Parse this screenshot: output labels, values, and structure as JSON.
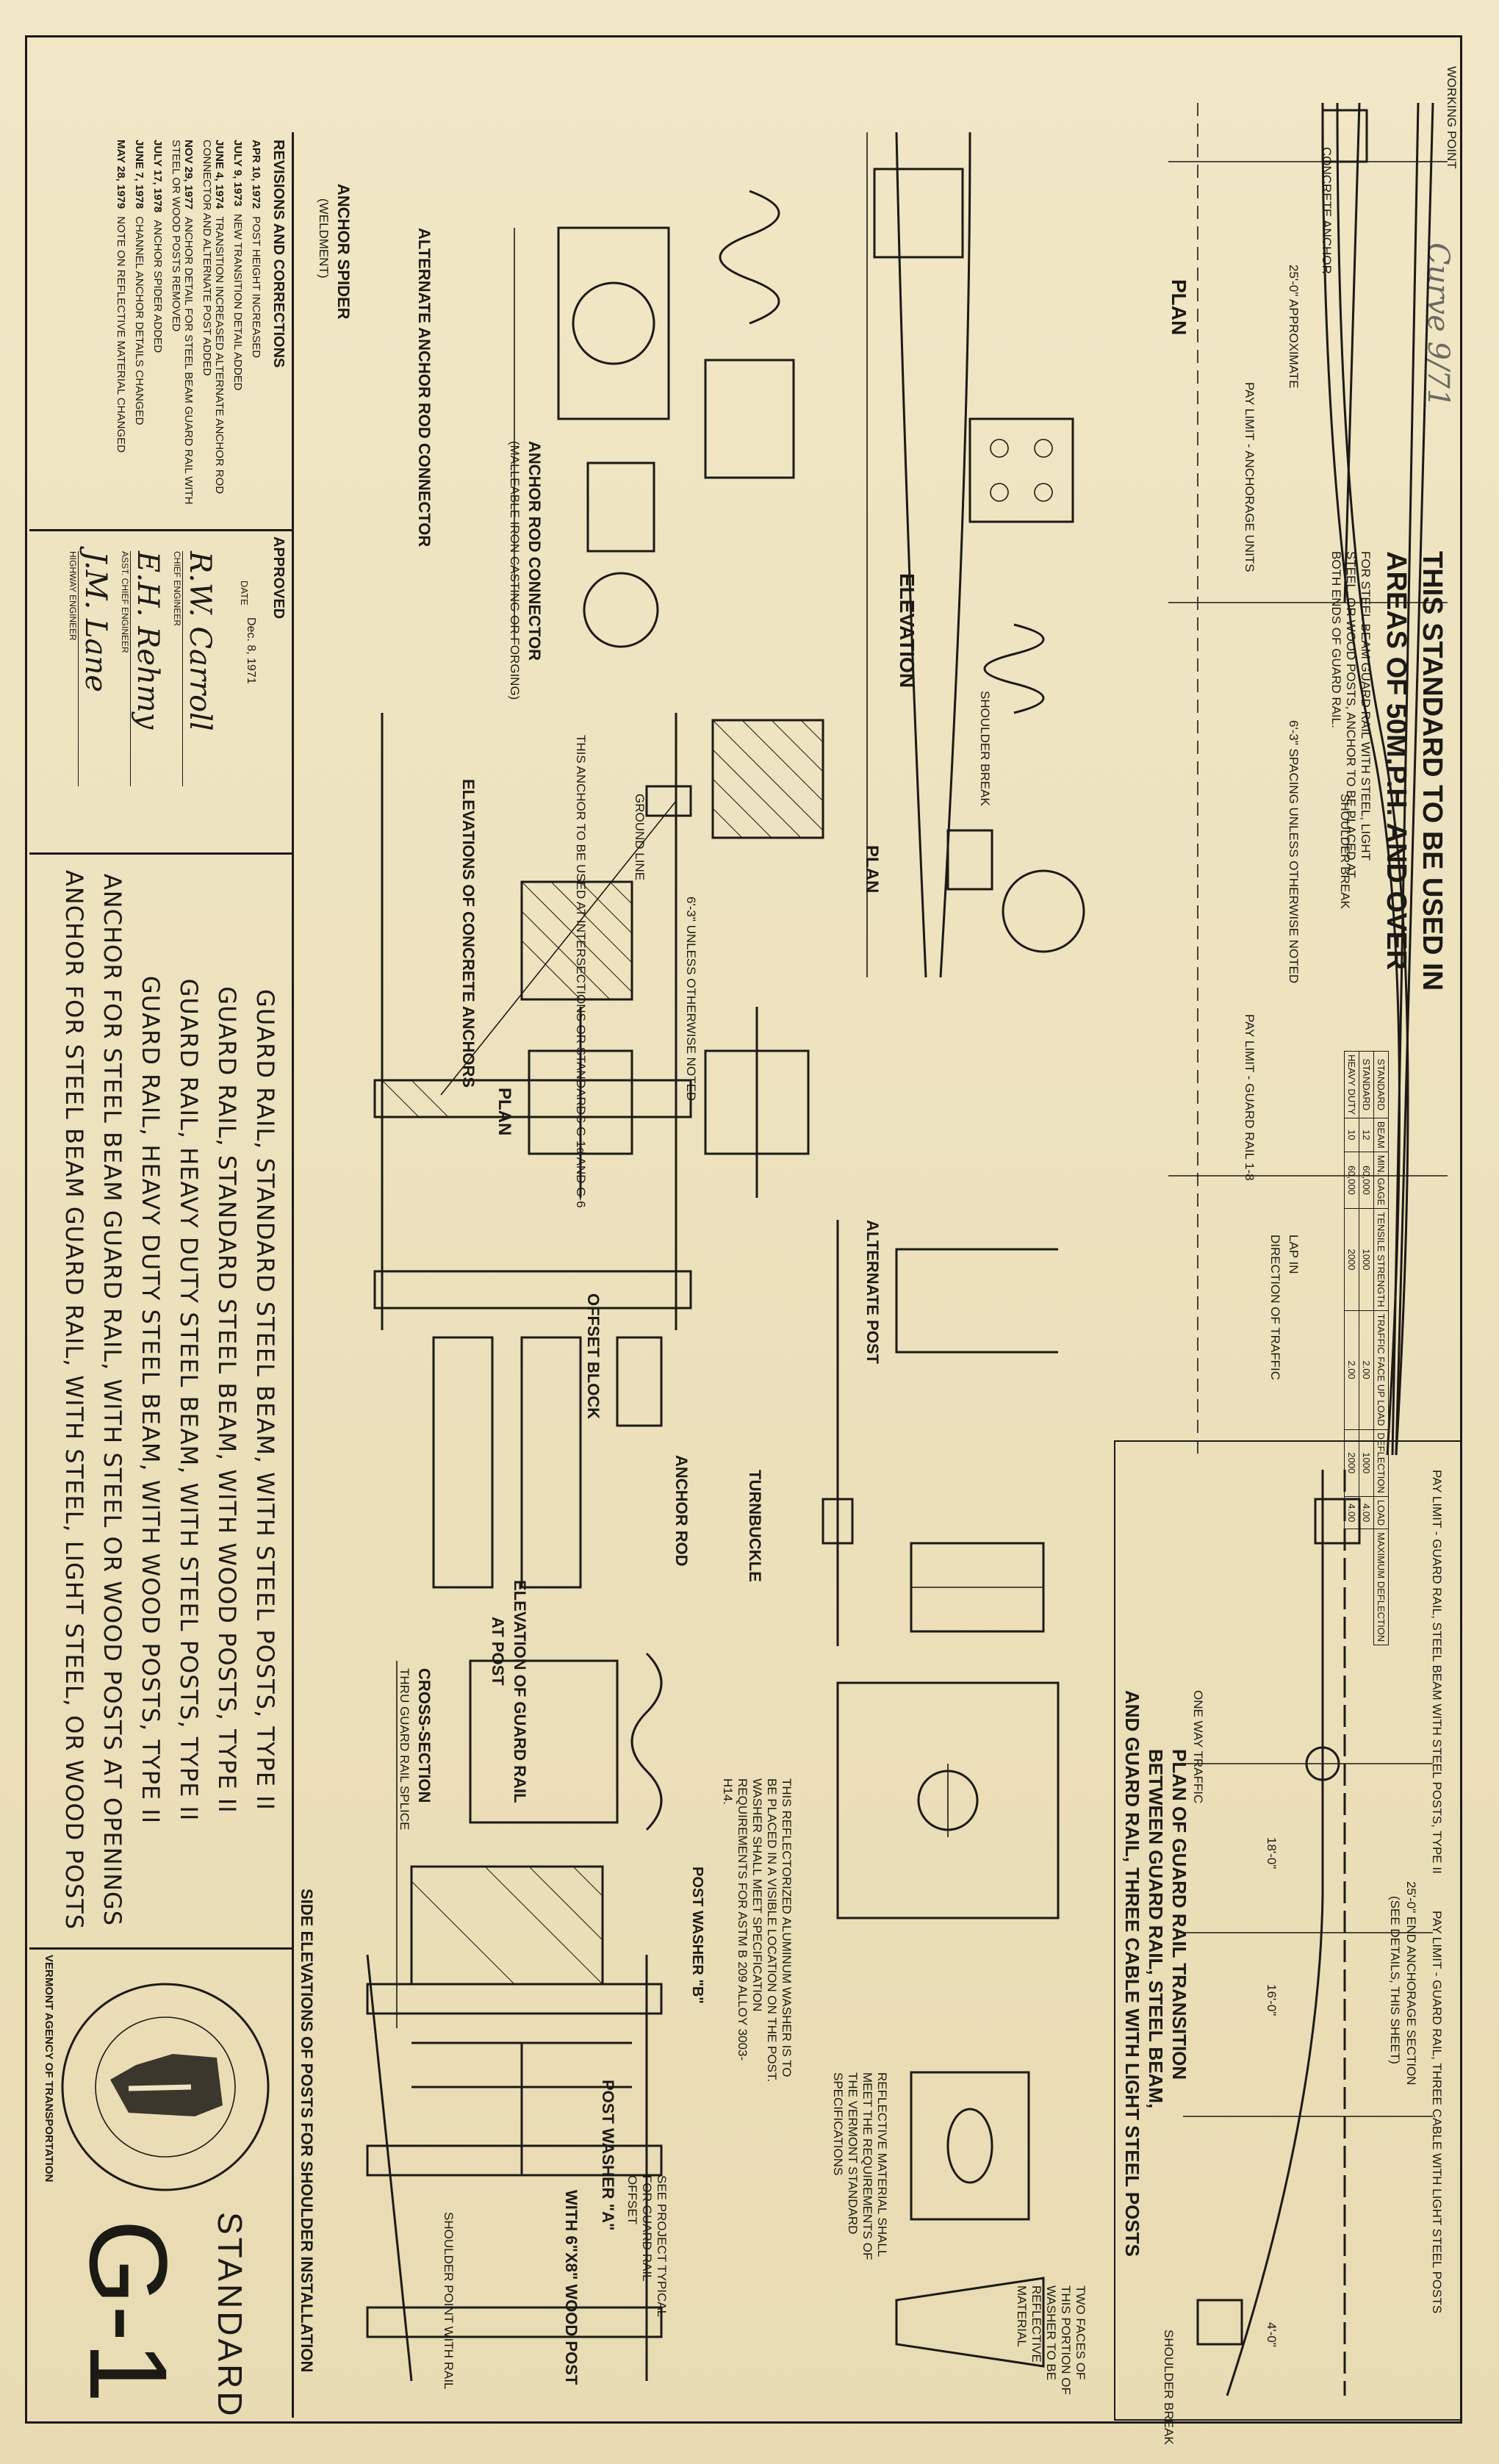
{
  "sheet": {
    "standard_label": "STANDARD",
    "standard_number": "G-1",
    "agency": "VERMONT AGENCY OF TRANSPORTATION",
    "pencil_note": "Curve 9/71"
  },
  "notice": {
    "line1": "THIS STANDARD TO BE USED IN",
    "line2": "AREAS OF 50M.P.H. AND OVER",
    "note1": "FOR STEEL BEAM GUARD RAIL WITH STEEL, LIGHT",
    "note2": "STEEL, OR WOOD POSTS, ANCHOR TO BE PLACED AT",
    "note3": "BOTH ENDS OF GUARD RAIL."
  },
  "titles": [
    "GUARD RAIL, STANDARD STEEL BEAM, WITH STEEL POSTS, TYPE II",
    "GUARD RAIL, STANDARD STEEL BEAM, WITH WOOD POSTS, TYPE II",
    "GUARD RAIL, HEAVY DUTY STEEL BEAM, WITH STEEL POSTS, TYPE II",
    "GUARD RAIL, HEAVY DUTY STEEL BEAM, WITH WOOD POSTS, TYPE II",
    "ANCHOR FOR STEEL BEAM GUARD RAIL, WITH STEEL OR WOOD POSTS AT OPENINGS",
    "ANCHOR FOR STEEL BEAM GUARD RAIL, WITH STEEL, LIGHT STEEL, OR WOOD POSTS"
  ],
  "revisions": {
    "heading": "REVISIONS AND CORRECTIONS",
    "approved_label": "APPROVED",
    "date_label": "DATE",
    "approved_date": "Dec. 8, 1971",
    "entries": [
      {
        "date": "APR 10, 1972",
        "text": "POST HEIGHT INCREASED"
      },
      {
        "date": "JULY 9, 1973",
        "text": "NEW TRANSITION DETAIL ADDED"
      },
      {
        "date": "JUNE 4, 1974",
        "text": "TRANSITION INCREASED ALTERNATE ANCHOR ROD CONNECTOR AND ALTERNATE POST ADDED"
      },
      {
        "date": "NOV 29, 1977",
        "text": "ANCHOR DETAIL FOR STEEL BEAM GUARD RAIL WITH STEEL OR WOOD POSTS REMOVED"
      },
      {
        "date": "JULY 17, 1978",
        "text": "ANCHOR SPIDER ADDED"
      },
      {
        "date": "JUNE 7, 1978",
        "text": "CHANNEL ANCHOR DETAILS CHANGED"
      },
      {
        "date": "MAY 28, 1979",
        "text": "NOTE ON REFLECTIVE MATERIAL CHANGED"
      }
    ],
    "signatures": [
      "R.W. Carroll",
      "E.H. Rehmy",
      "J.M. Lane"
    ],
    "sig_titles": [
      "CHIEF ENGINEER",
      "ASST. CHIEF ENGINEER",
      "HIGHWAY ENGINEER"
    ]
  },
  "drawings": {
    "plan": "PLAN",
    "elevation": "ELEVATION",
    "plan2": "PLAN",
    "plan3": "PLAN",
    "elev_concrete": "ELEVATIONS OF CONCRETE ANCHORS",
    "alt_anchor": "ALTERNATE ANCHOR ROD CONNECTOR",
    "anchor_rod_connector": "ANCHOR ROD CONNECTOR",
    "anchor_rod_connector_sub": "(MALLEABLE IRON CASTING OR FORGING)",
    "anchor_spider": "ANCHOR SPIDER",
    "anchor_spider_sub": "(WELDMENT)",
    "anchor_rod": "ANCHOR ROD",
    "turnbuckle": "TURNBUCKLE",
    "offset_block": "OFFSET BLOCK",
    "alternate_post": "ALTERNATE POST",
    "post_washer_a": "POST WASHER \"A\"",
    "post_washer_b": "POST WASHER \"B\"",
    "elev_guard_rail": "ELEVATION OF GUARD RAIL",
    "elev_guard_rail_sub": "AT POST",
    "cross_section": "CROSS-SECTION",
    "cross_section_sub": "THRU GUARD RAIL SPLICE",
    "side_elev": "SIDE ELEVATIONS OF POSTS FOR SHOULDER INSTALLATION",
    "wood_post": "WITH 6\"X8\" WOOD POST",
    "transition_title1": "PLAN OF GUARD RAIL TRANSITION",
    "transition_title2": "BETWEEN GUARD RAIL, STEEL BEAM,",
    "transition_title3": "AND GUARD RAIL, THREE CABLE WITH LIGHT STEEL POSTS",
    "pay_limit_1": "PAY LIMIT - GUARD RAIL, STEEL BEAM WITH STEEL POSTS, TYPE II",
    "pay_limit_2": "PAY LIMIT - GUARD RAIL, THREE CABLE WITH LIGHT STEEL POSTS",
    "pay_limit_3": "PAY LIMIT - ANCHORAGE UNITS",
    "pay_limit_4": "PAY LIMIT - GUARD RAIL 1-8",
    "shoulder_break": "SHOULDER BREAK",
    "working_point": "WORKING POINT",
    "concrete_anchor": "CONCRETE ANCHOR",
    "approx_25": "25'-0\" APPROXIMATE",
    "spacing_note": "6'-3\" SPACING UNLESS OTHERWISE NOTED",
    "spacing_note2": "6'-3\" UNLESS OTHERWISE NOTED",
    "one_way": "ONE WAY TRAFFIC",
    "direction_traffic": "DIRECTION OF TRAFFIC",
    "lap_in": "LAP IN",
    "end_anchorage": "25'-0\" END ANCHORAGE SECTION",
    "see_details": "(SEE DETAILS, THIS SHEET)",
    "dim_16": "16'-0\"",
    "dim_18": "18'-0\"",
    "dim_4": "4'-0\"",
    "ground_line": "GROUND LINE",
    "anchor_note": "THIS ANCHOR TO BE USED AT INTERSECTIONS OR STANDARDS G-1d AND G-6",
    "reflect_note": "THIS REFLECTORIZED ALUMINUM WASHER IS TO BE PLACED IN A VISIBLE LOCATION ON THE POST. WASHER SHALL MEET SPECIFICATION REQUIREMENTS FOR ASTM B 209 ALLOY 3003-H14.",
    "reflect_note2": "REFLECTIVE MATERIAL SHALL MEET THE REQUIREMENTS OF THE VERMONT STANDARD SPECIFICATIONS",
    "two_faces": "TWO FACES OF THIS PORTION OF WASHER TO BE REFLECTIVE MATERIAL",
    "shoulder_point": "SHOULDER POINT WITH RAIL",
    "see_project": "SEE PROJECT TYPICAL FOR GUARD RAIL OFFSET"
  },
  "table": {
    "headers": [
      "STANDARD",
      "BEAM",
      "MIN. GAGE",
      "TENSILE STRENGTH",
      "TRAFFIC FACE UP LOAD",
      "DEFLECTION",
      "LOAD",
      "MAXIMUM DEFLECTION"
    ],
    "rows": [
      [
        "STANDARD",
        "12",
        "60,000",
        "1000",
        "2.00",
        "1000",
        "4.00"
      ],
      [
        "HEAVY DUTY",
        "10",
        "60,000",
        "2000",
        "2.00",
        "2000",
        "4.00"
      ]
    ]
  }
}
